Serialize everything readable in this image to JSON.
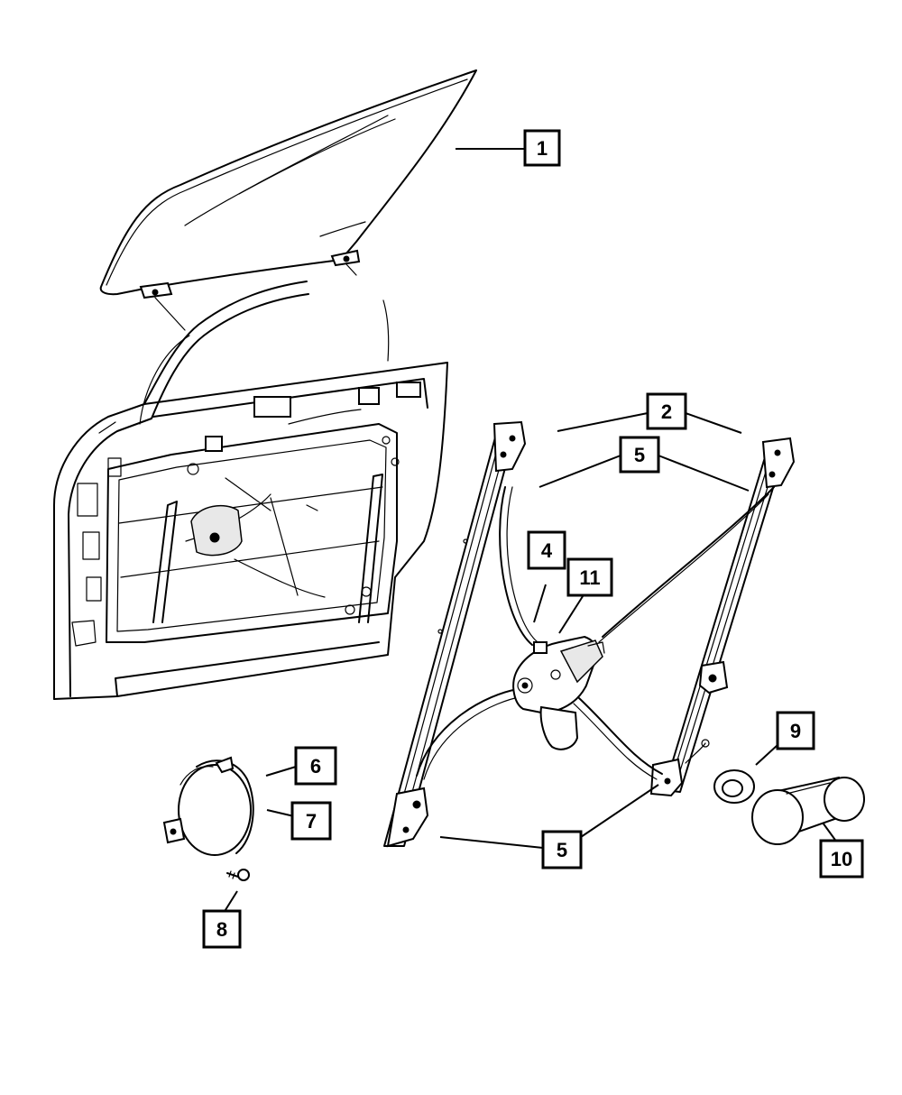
{
  "diagram": {
    "callouts": [
      {
        "id": "c1",
        "label": "1"
      },
      {
        "id": "c2",
        "label": "2"
      },
      {
        "id": "c5a",
        "label": "5"
      },
      {
        "id": "c4",
        "label": "4"
      },
      {
        "id": "c11",
        "label": "11"
      },
      {
        "id": "c9",
        "label": "9"
      },
      {
        "id": "c6",
        "label": "6"
      },
      {
        "id": "c7",
        "label": "7"
      },
      {
        "id": "c5b",
        "label": "5"
      },
      {
        "id": "c10",
        "label": "10"
      },
      {
        "id": "c8",
        "label": "8"
      }
    ],
    "colors": {
      "line": "#000000",
      "background": "#ffffff",
      "shade": "#e8e8e8"
    }
  }
}
